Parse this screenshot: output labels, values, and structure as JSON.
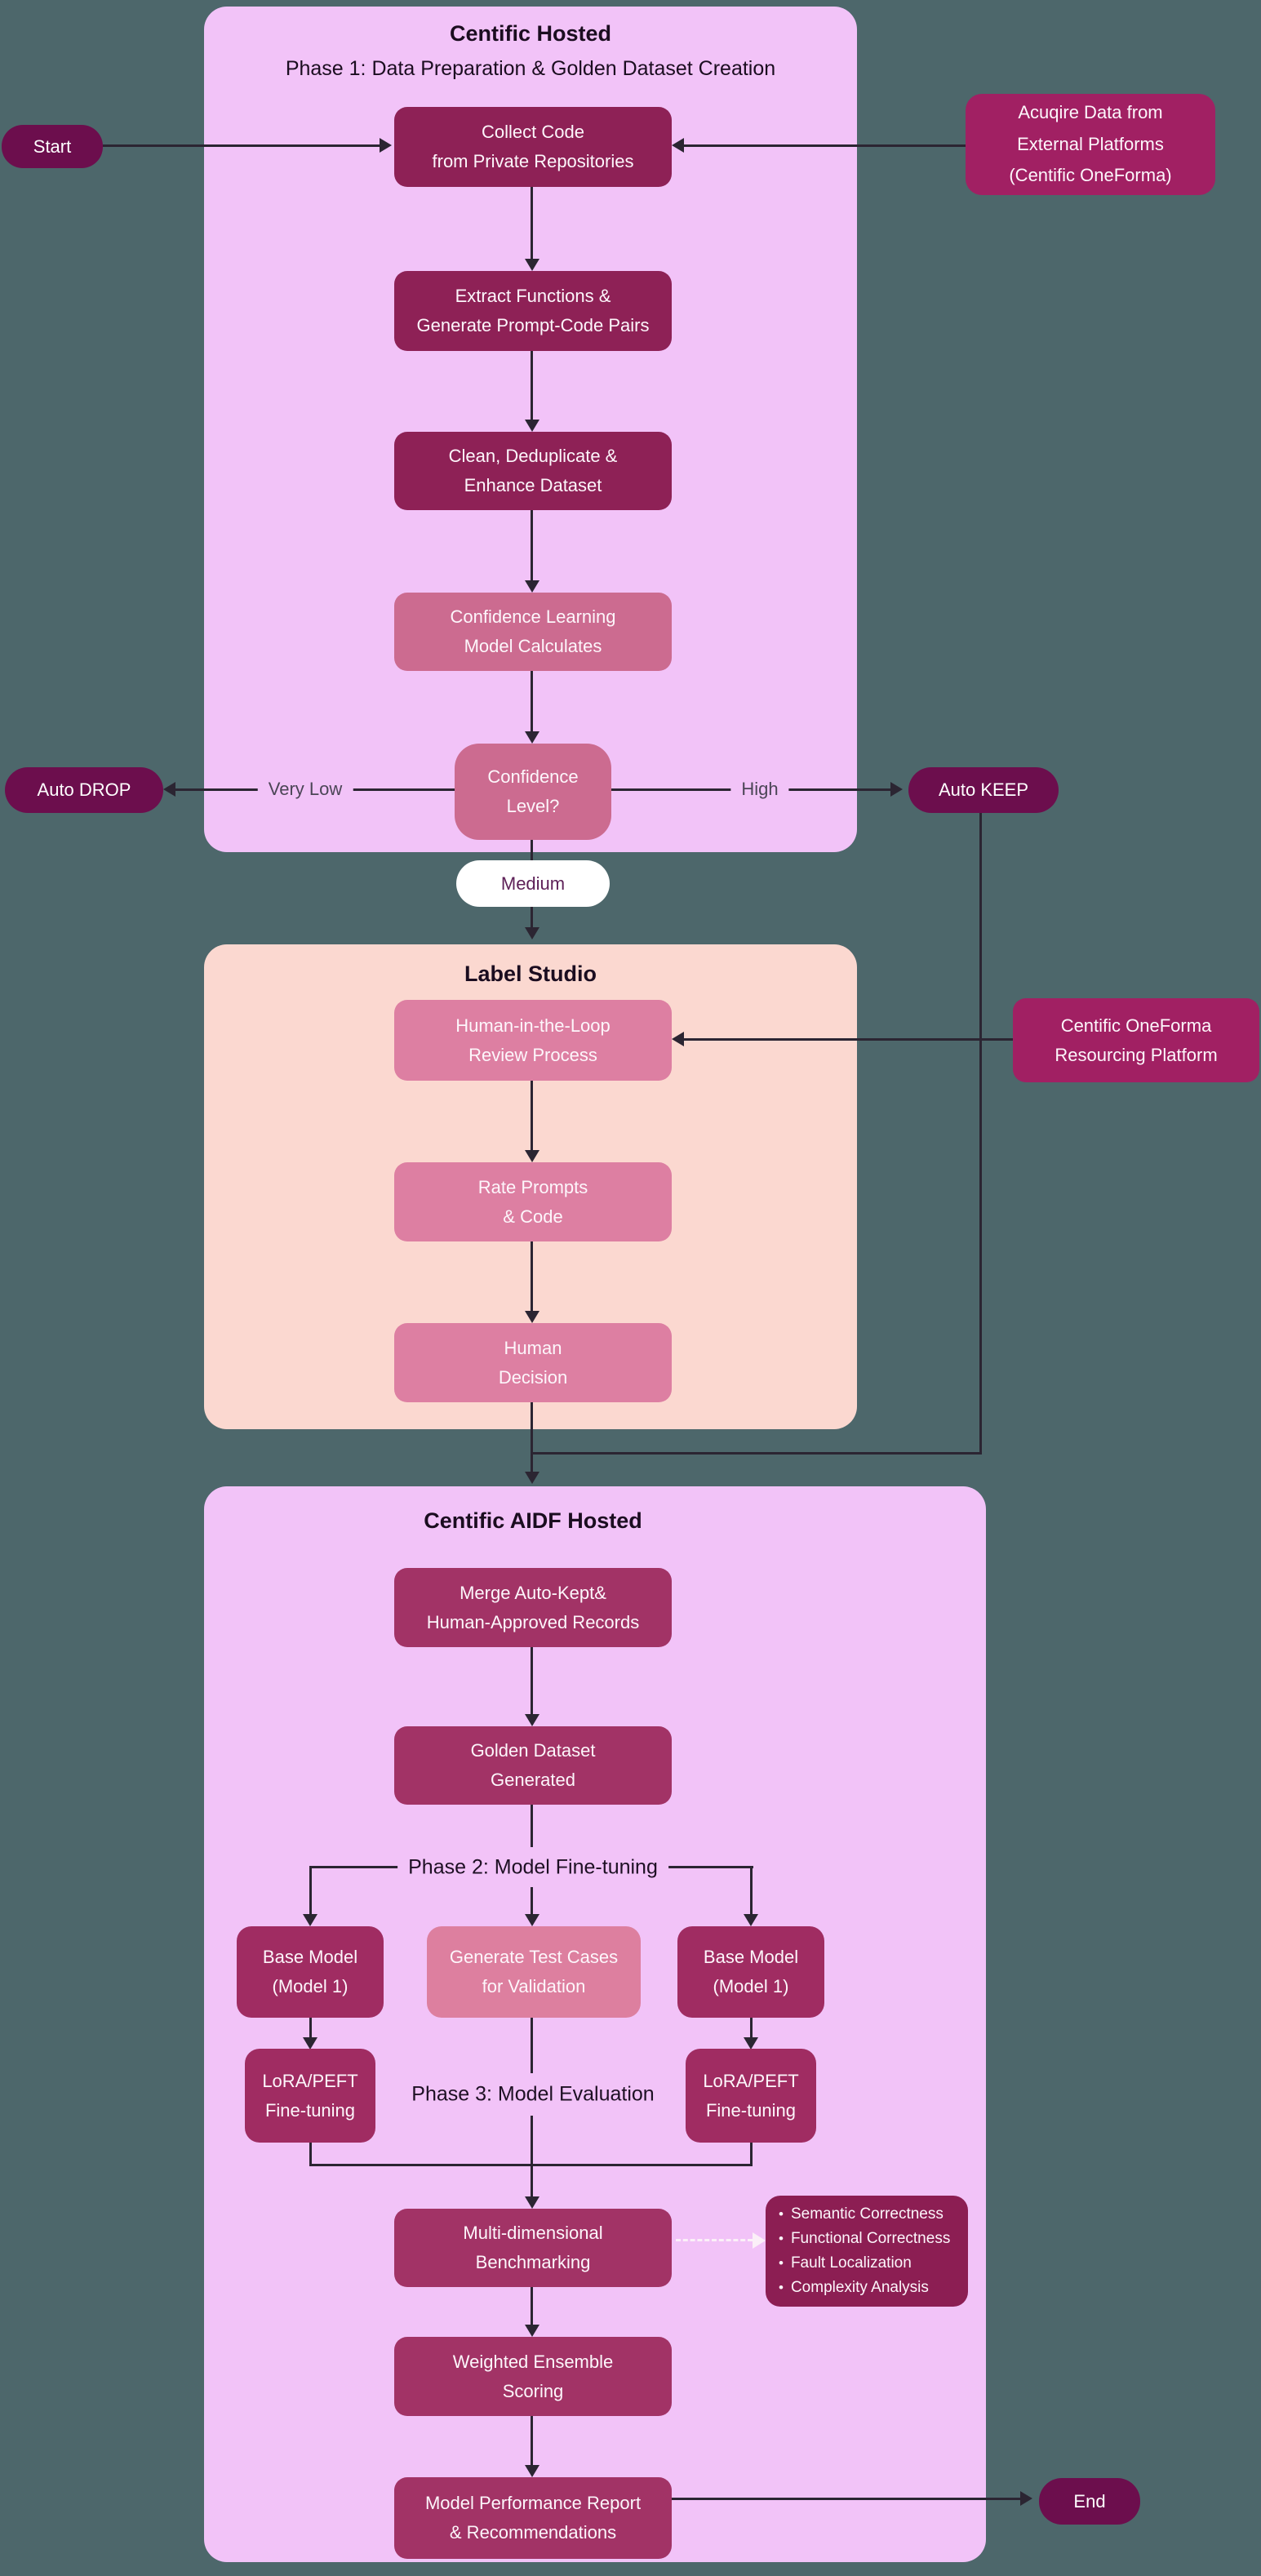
{
  "colors": {
    "background": "#4D676B",
    "panel_pink": "#F2C3F8",
    "panel_peach": "#FBD8D0",
    "box_dark_maroon": "#8E2156",
    "box_maroon": "#A23366",
    "box_magenta": "#A12063",
    "box_bullets": "#8C1E53",
    "box_rose": "#CC6B90",
    "box_rose_light": "#DD7FA2",
    "terminal_pill": "#6C0E4D",
    "arrow": "#2B2532"
  },
  "terminals": {
    "start": "Start",
    "auto_drop": "Auto DROP",
    "auto_keep": "Auto KEEP",
    "medium": "Medium",
    "end": "End"
  },
  "edge_labels": {
    "very_low": "Very Low",
    "high": "High"
  },
  "phase1": {
    "title": "Centific Hosted",
    "subtitle": "Phase 1: Data Preparation & Golden Dataset Creation",
    "collect": "Collect Code\nfrom Private Repositories",
    "extract": "Extract Functions &\nGenerate Prompt-Code Pairs",
    "clean": "Clean, Deduplicate &\nEnhance Dataset",
    "confidence_model": "Confidence Learning\nModel Calculates",
    "decision": "Confidence\nLevel?"
  },
  "external": {
    "acquire": "Acuqire Data from\nExternal Platforms\n(Centific OneForma)",
    "oneforma": "Centific OneForma\nResourcing Platform"
  },
  "label_studio": {
    "title": "Label Studio",
    "hitl": "Human-in-the-Loop\nReview Process",
    "rate": "Rate Prompts\n& Code",
    "human_decision": "Human\nDecision"
  },
  "aidf": {
    "title": "Centific AIDF Hosted",
    "merge": "Merge Auto-Kept&\nHuman-Approved Records",
    "golden": "Golden Dataset\nGenerated",
    "phase2_label": "Phase 2: Model Fine-tuning",
    "base_model_left": "Base Model\n(Model 1)",
    "generate_tests": "Generate Test Cases\nfor Validation",
    "base_model_right": "Base Model\n(Model 1)",
    "lora_left": "LoRA/PEFT\nFine-tuning",
    "lora_right": "LoRA/PEFT\nFine-tuning",
    "phase3_label": "Phase 3: Model Evaluation",
    "benchmarking": "Multi-dimensional\nBenchmarking",
    "bullets": [
      "Semantic Correctness",
      "Functional Correctness",
      "Fault Localization",
      "Complexity Analysis"
    ],
    "weighted": "Weighted Ensemble\nScoring",
    "report": "Model Performance Report\n& Recommendations"
  }
}
